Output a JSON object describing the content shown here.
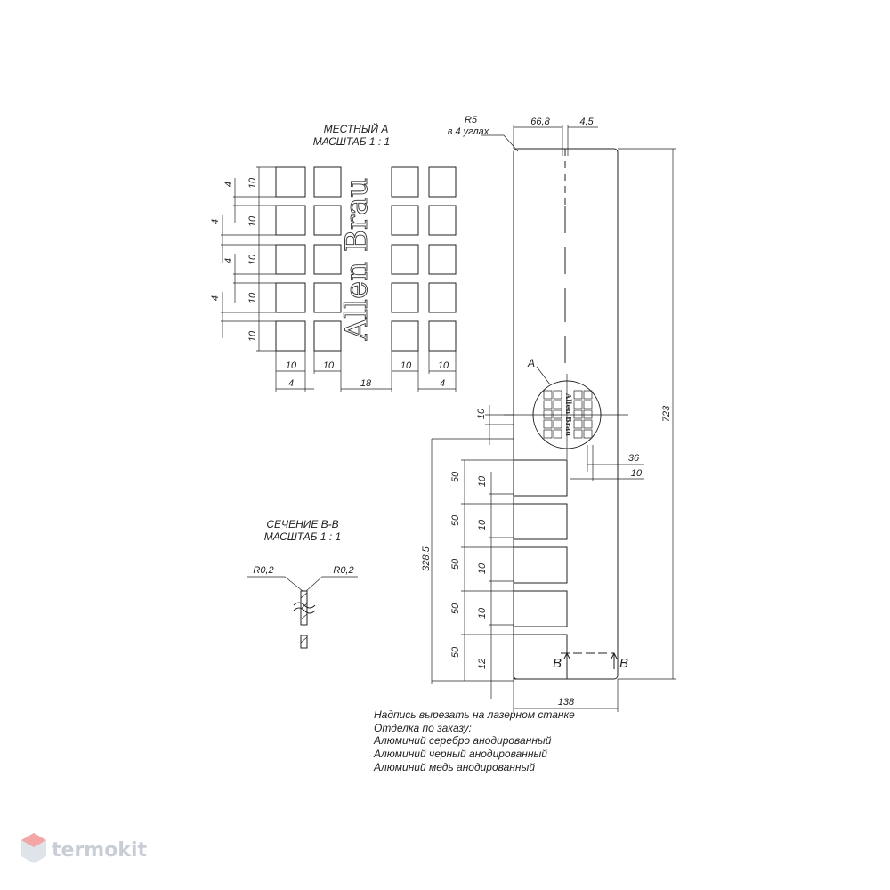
{
  "detail": {
    "title": "МЕСТНЫЙ А",
    "scale": "МАСШТАБ 1 : 1"
  },
  "section": {
    "title": "СЕЧЕНИЕ B-B",
    "scale": "МАСШТАБ 1 : 1",
    "radius_left": "R0,2",
    "radius_right": "R0,2"
  },
  "engraving_text": "Allen Brau",
  "detail_dims": {
    "heights": [
      "10",
      "10",
      "10",
      "10",
      "10"
    ],
    "gaps": [
      "4",
      "4",
      "4",
      "4"
    ],
    "widths": [
      "10",
      "10",
      "10",
      "10"
    ],
    "bottom": [
      "4",
      "18",
      "4"
    ]
  },
  "main_view": {
    "corner_radius": "R5",
    "corner_note": "в 4 углах",
    "dim_top_1": "66,8",
    "dim_top_2": "4,5",
    "dim_height": "723",
    "dim_width": "138",
    "dim_36": "36",
    "dim_10_right": "10",
    "dim_10_top": "10",
    "dim_328": "328,5",
    "detail_mark": "A",
    "section_mark_left": "B",
    "section_mark_right": "B",
    "slot_pitch": [
      "50",
      "50",
      "50",
      "50",
      "50"
    ],
    "slot_heights": [
      "10",
      "10",
      "10",
      "10",
      "12"
    ]
  },
  "notes": [
    "Надпись вырезать на лазерном станке",
    "Отделка по заказу:",
    "Алюминий серебро анодированный",
    "Алюминий черный анодированный",
    "Алюминий медь анодированный"
  ],
  "watermark": {
    "text": "termokit",
    "color": "#c9ced6",
    "accent": "#f3a6a6"
  }
}
